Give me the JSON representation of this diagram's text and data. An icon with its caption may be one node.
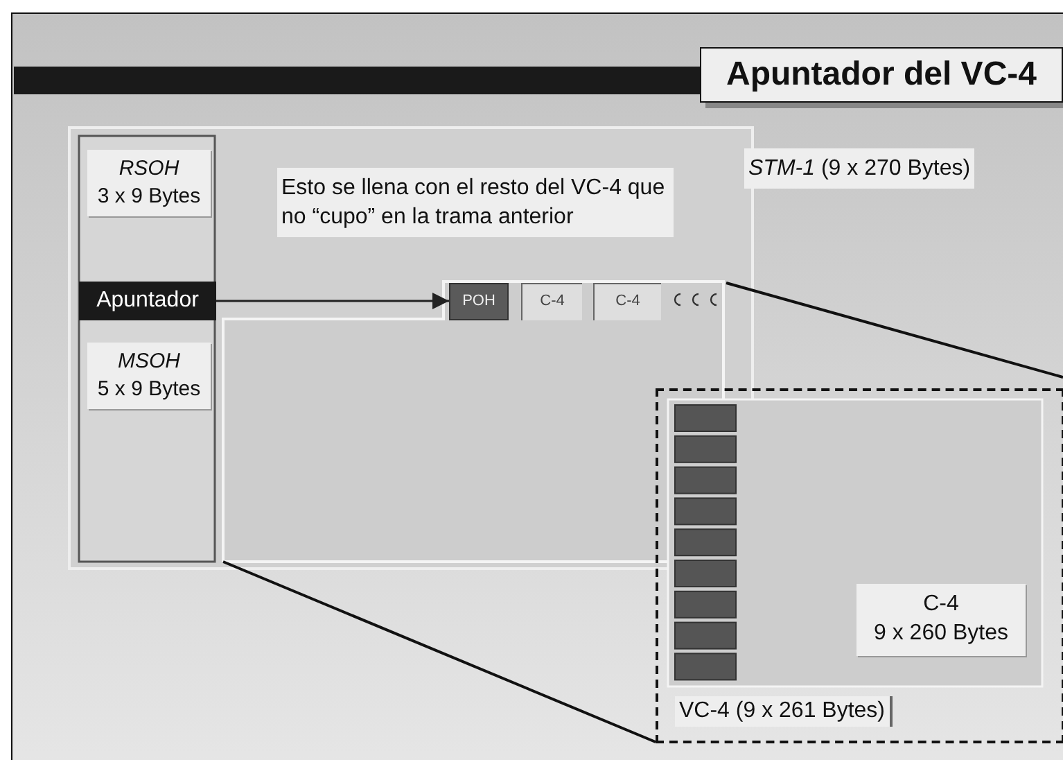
{
  "diagram": {
    "title": "Apuntador del VC-4",
    "nodes": [
      {
        "text": [
          "RSOH",
          "3 x 9 Bytes"
        ]
      },
      {
        "text": [
          "Apuntador"
        ]
      },
      {
        "text": [
          "MSOH",
          "5 x 9 Bytes"
        ]
      },
      {
        "text": [
          "POH"
        ]
      },
      {
        "text": [
          "C-4"
        ]
      },
      {
        "text": [
          "C-4"
        ]
      },
      {
        "text": [
          "VC-4 (9 x 261 Bytes)"
        ]
      },
      {
        "text": [
          "C-4",
          "9 x 260 Bytes"
        ],
        "in": 6
      }
    ],
    "edges": [
      {
        "from": 1,
        "to": 3,
        "arrow": "to"
      }
    ],
    "labels": [
      "*STM-1* (9 x 270 Bytes)",
      "Esto se llena con el resto del VC-4 que no “cupo” en la trama anterior"
    ]
  }
}
